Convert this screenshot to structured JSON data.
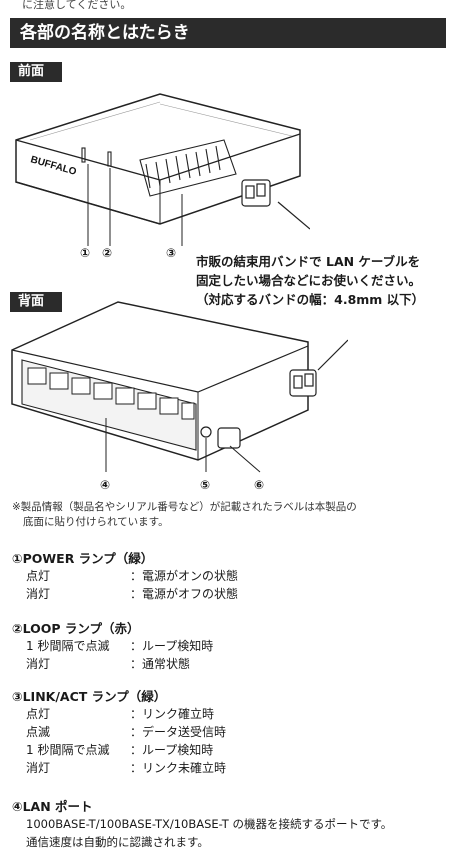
{
  "top_text": "に注意してください。",
  "section_title": "各部の名称とはたらき",
  "front_label": "前面",
  "back_label": "背面",
  "front_callout_numbers": [
    "①",
    "②",
    "③"
  ],
  "back_callout_numbers": [
    "④",
    "⑤",
    "⑥"
  ],
  "band_note_lines": [
    "市販の結束用バンドで LAN ケーブルを",
    "固定したい場合などにお使いください。",
    "（対応するバンドの幅：4.8mm 以下）"
  ],
  "label_note_lines": [
    "※製品情報（製品名やシリアル番号など）が記載されたラベルは本製品の",
    "底面に貼り付けられています。"
  ],
  "device_brand": "BUFFALO",
  "items": [
    {
      "title": "①POWER ランプ（緑）",
      "rows": [
        {
          "k": "点灯",
          "v": "：電源がオンの状態"
        },
        {
          "k": "消灯",
          "v": "：電源がオフの状態"
        }
      ]
    },
    {
      "title": "②LOOP ランプ（赤）",
      "rows": [
        {
          "k": "1 秒間隔で点滅",
          "v": "：ループ検知時"
        },
        {
          "k": "消灯",
          "v": "：通常状態"
        }
      ]
    },
    {
      "title": "③LINK/ACT ランプ（緑）",
      "rows": [
        {
          "k": "点灯",
          "v": "：リンク確立時"
        },
        {
          "k": "点滅",
          "v": "：データ送受信時"
        },
        {
          "k": "1 秒間隔で点滅",
          "v": "：ループ検知時"
        },
        {
          "k": "消灯",
          "v": "：リンク未確立時"
        }
      ]
    }
  ],
  "lan_title": "④LAN ポート",
  "lan_desc_lines": [
    "1000BASE-T/100BASE-TX/10BASE-T の機器を接続するポートです。",
    "通信速度は自動的に認識されます。"
  ]
}
